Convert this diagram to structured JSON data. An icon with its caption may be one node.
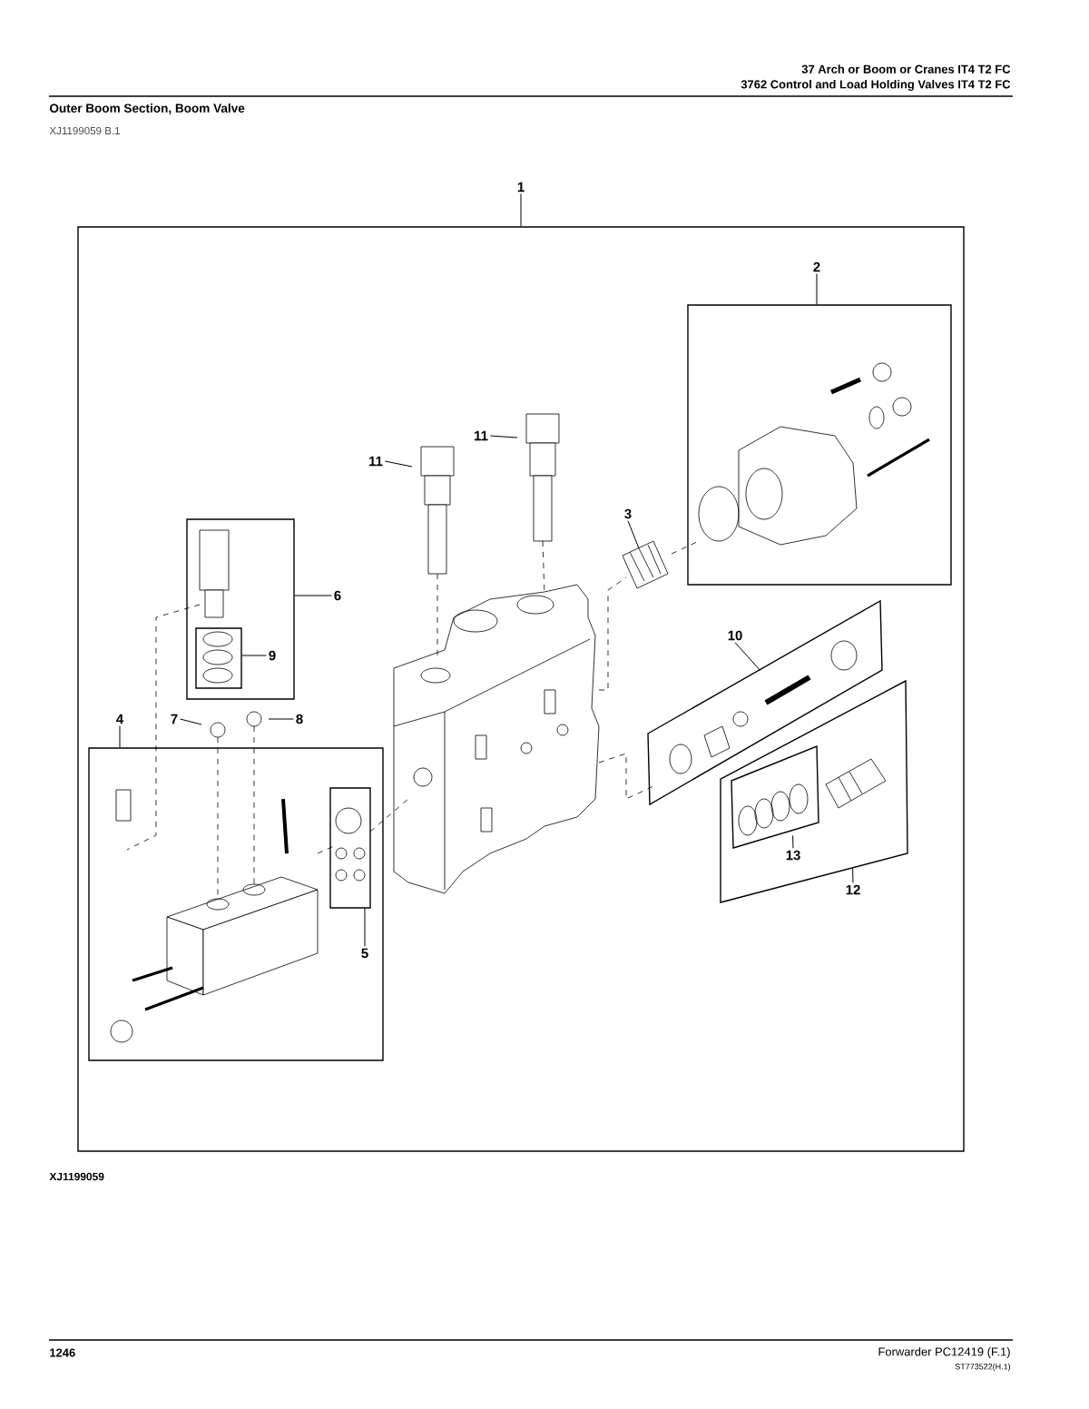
{
  "diagram": {
    "title": "Outer Boom Section, Boom Valve",
    "nodes": [
      {
        "text": [
          "1"
        ]
      },
      {
        "text": [],
        "shape": "box"
      },
      {
        "text": [
          "2"
        ],
        "in": 1
      },
      {
        "text": [],
        "shape": "box",
        "in": 1
      },
      {
        "text": [
          "3"
        ],
        "in": 1
      },
      {
        "text": [
          "11"
        ],
        "in": 1
      },
      {
        "text": [
          "11"
        ],
        "in": 1
      },
      {
        "text": [
          "6"
        ],
        "in": 1
      },
      {
        "text": [],
        "shape": "box",
        "in": 1
      },
      {
        "text": [
          "9"
        ],
        "in": 8
      },
      {
        "text": [],
        "shape": "box",
        "in": 8
      },
      {
        "text": [
          "4"
        ],
        "in": 1
      },
      {
        "text": [],
        "shape": "box",
        "in": 1
      },
      {
        "text": [
          "7"
        ],
        "in": 1
      },
      {
        "text": [
          "8"
        ],
        "in": 1
      },
      {
        "text": [
          "5"
        ],
        "in": 12
      },
      {
        "text": [],
        "shape": "box",
        "in": 12
      },
      {
        "text": [
          "10"
        ],
        "in": 1
      },
      {
        "text": [],
        "shape": "box",
        "in": 1
      },
      {
        "text": [
          "12"
        ],
        "in": 1
      },
      {
        "text": [],
        "shape": "box",
        "in": 1
      },
      {
        "text": [
          "13"
        ],
        "in": 20
      },
      {
        "text": [],
        "shape": "box",
        "in": 20
      }
    ],
    "edges": [
      {
        "from": 0,
        "to": 1,
        "arrow": "none"
      },
      {
        "from": 2,
        "to": 3,
        "arrow": "none"
      },
      {
        "from": 4,
        "to": null,
        "arrow": "none"
      },
      {
        "from": 5,
        "to": null,
        "arrow": "none"
      },
      {
        "from": 6,
        "to": null,
        "arrow": "none"
      },
      {
        "from": 7,
        "to": 8,
        "arrow": "none"
      },
      {
        "from": 9,
        "to": 10,
        "arrow": "none"
      },
      {
        "from": 11,
        "to": 12,
        "arrow": "none"
      },
      {
        "from": 13,
        "to": null,
        "arrow": "none"
      },
      {
        "from": 14,
        "to": null,
        "arrow": "none"
      },
      {
        "from": 15,
        "to": 16,
        "arrow": "none"
      },
      {
        "from": 17,
        "to": 18,
        "arrow": "none"
      },
      {
        "from": 19,
        "to": 20,
        "arrow": "none"
      },
      {
        "from": 21,
        "to": 22,
        "arrow": "none"
      }
    ],
    "labels": [
      "37 Arch or Boom or Cranes IT4 T2 FC",
      "3762 Control and Load Holding Valves IT4 T2 FC",
      "XJ1199059 B.1",
      "XJ1199059",
      "1246",
      "Forwarder PC12419 (F.1)",
      "ST773522(H.1)"
    ]
  }
}
